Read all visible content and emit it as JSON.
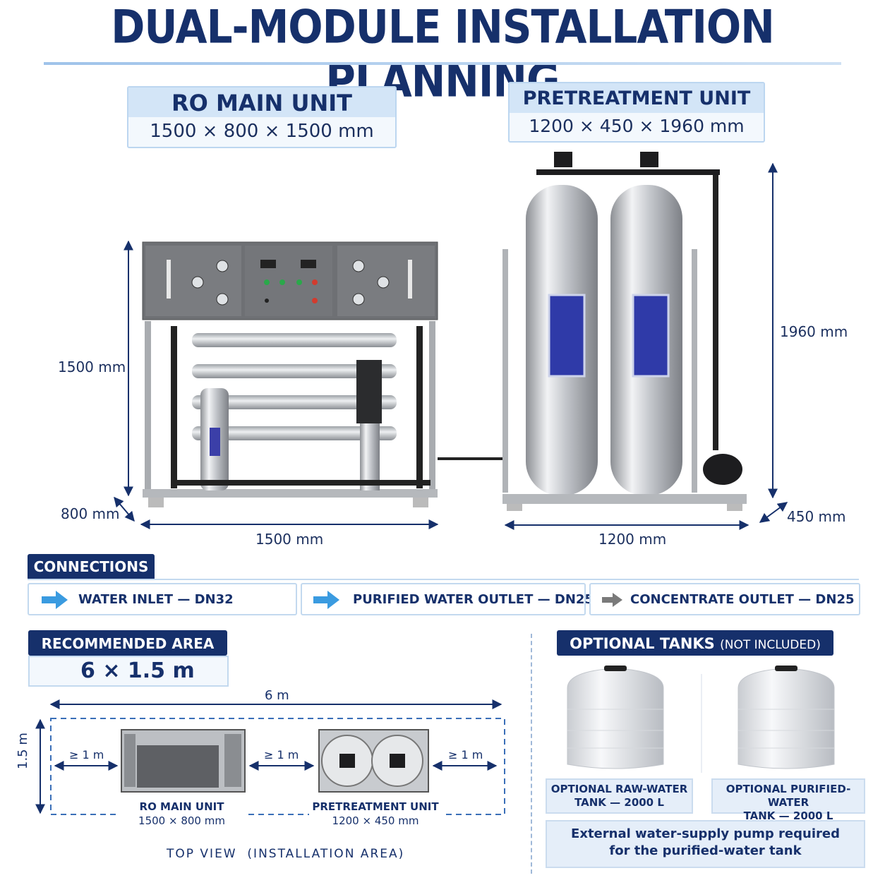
{
  "title": "DUAL-MODULE INSTALLATION PLANNING",
  "ro_unit": {
    "name": "RO MAIN UNIT",
    "dims": "1500 × 800 × 1500 mm"
  },
  "pre_unit": {
    "name": "PRETREATMENT UNIT",
    "dims": "1200 × 450 × 1960 mm"
  },
  "dimensions": {
    "ro_height": "1500 mm",
    "ro_depth": "800 mm",
    "ro_width": "1500 mm",
    "pre_height": "1960 mm",
    "pre_depth": "450 mm",
    "pre_width": "1200 mm"
  },
  "connections": {
    "header": "CONNECTIONS",
    "items": [
      {
        "label": "WATER INLET — DN32",
        "arrow_color": "#3a9be0"
      },
      {
        "label": "PURIFIED WATER OUTLET — DN25",
        "arrow_color": "#3a9be0"
      },
      {
        "label": "CONCENTRATE OUTLET — DN25",
        "arrow_color": "#7a7a7a"
      }
    ]
  },
  "area": {
    "header": "RECOMMENDED AREA",
    "value": "6 × 1.5 m"
  },
  "top_view": {
    "length": "6 m",
    "width": "1.5 m",
    "clearance": "≥ 1 m",
    "ro_label": "RO MAIN UNIT",
    "ro_dims": "1500 × 800 mm",
    "pre_label": "PRETREATMENT UNIT",
    "pre_dims": "1200 × 450 mm",
    "caption": "TOP VIEW  (INSTALLATION AREA)"
  },
  "tanks": {
    "header": "OPTIONAL TANKS",
    "header_note": "(NOT INCLUDED)",
    "raw_line1": "OPTIONAL RAW-WATER",
    "raw_line2": "TANK — 2000 L",
    "pur_line1": "OPTIONAL PURIFIED-WATER",
    "pur_line2": "TANK — 2000 L",
    "note_line1": "External water-supply pump required",
    "note_line2": "for the purified-water tank"
  },
  "colors": {
    "navy": "#16306b",
    "accent": "#3a9be0",
    "light": "#d3e5f7"
  }
}
